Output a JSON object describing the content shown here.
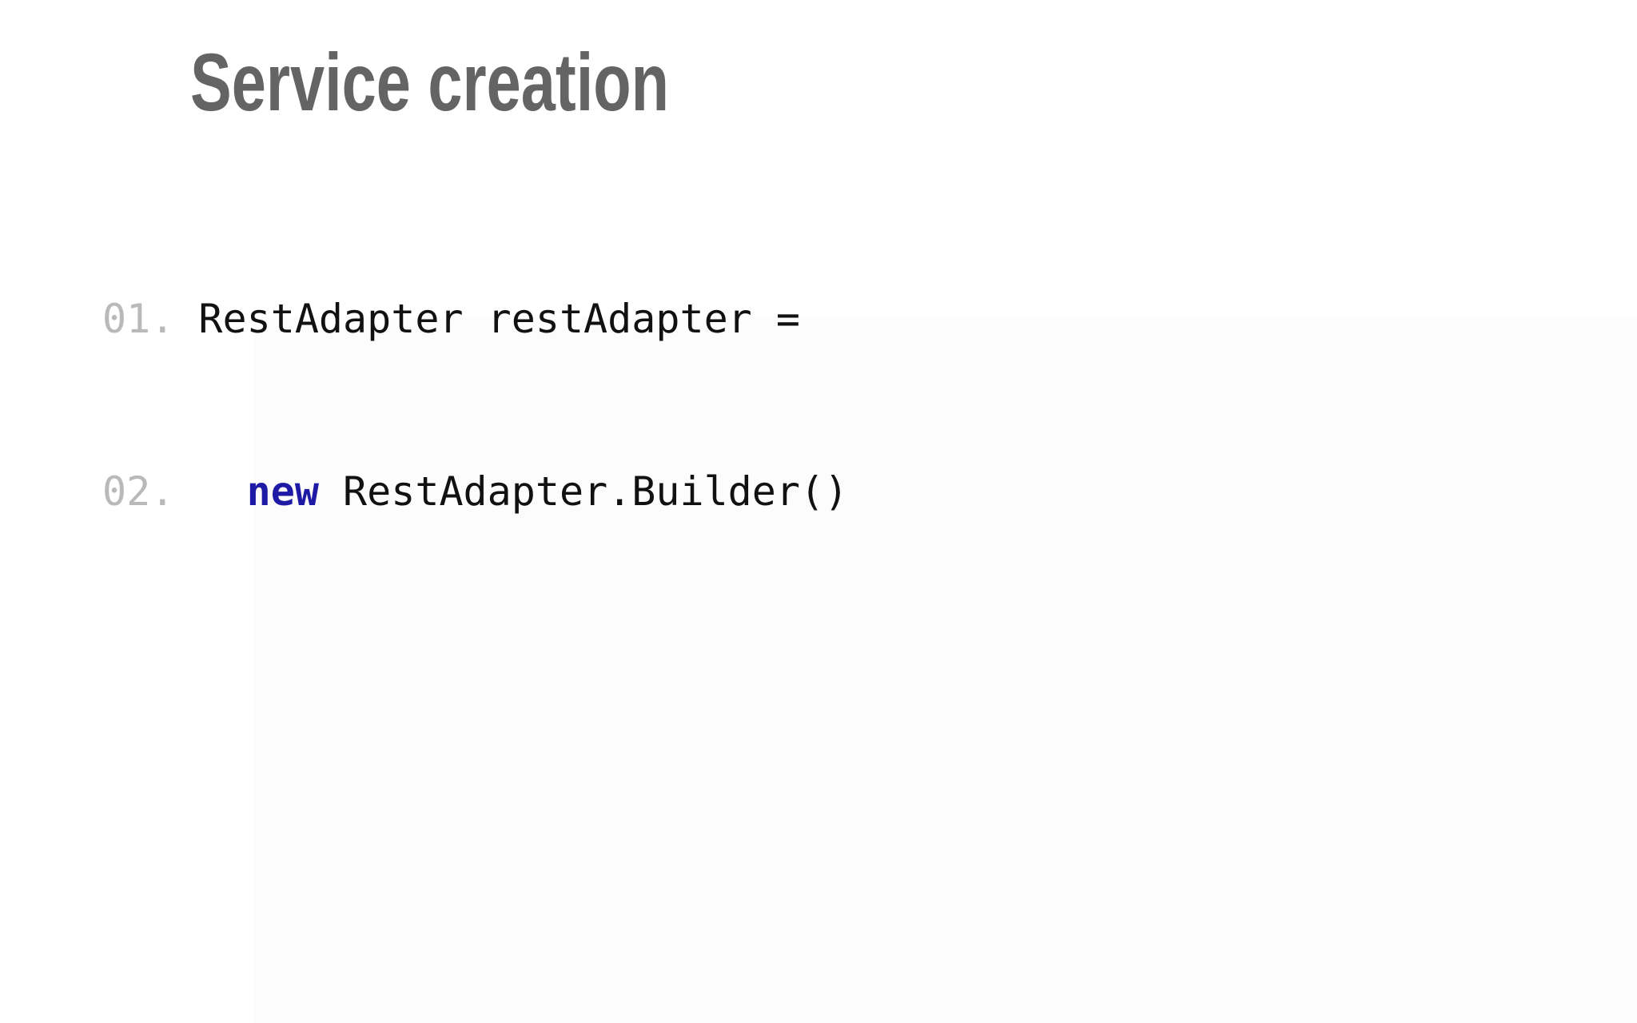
{
  "colors": {
    "background": "#ffffff",
    "next-slide-bg": "#fcfcfc",
    "title": "#646464",
    "code-text": "#111111",
    "line-number": "#b9b9b9",
    "keyword": "#1e1aa5"
  },
  "slide": {
    "title": "Service creation",
    "code": {
      "lines": [
        {
          "num": "01.",
          "pre": " RestAdapter restAdapter =",
          "keyword": "",
          "post": ""
        },
        {
          "num": "02.",
          "pre": "   ",
          "keyword": "new",
          "post": " RestAdapter.Builder()"
        }
      ]
    }
  }
}
